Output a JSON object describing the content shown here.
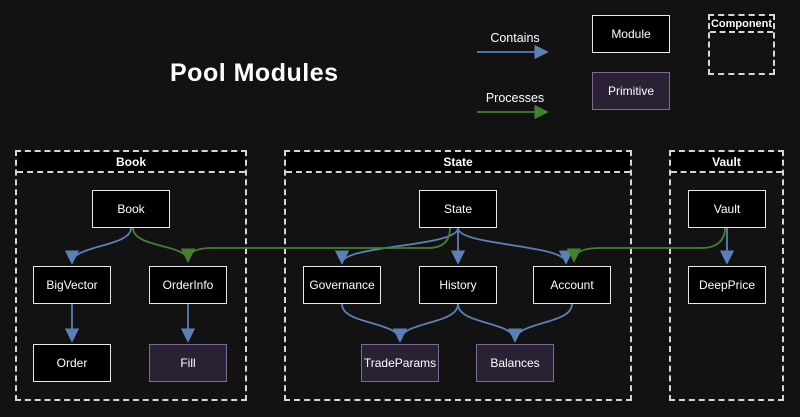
{
  "title": "Pool Modules",
  "legend": {
    "contains_label": "Contains",
    "processes_label": "Processes",
    "module_label": "Module",
    "primitive_label": "Primitive",
    "component_label": "Component"
  },
  "containers": [
    {
      "id": "book",
      "label": "Book"
    },
    {
      "id": "state",
      "label": "State"
    },
    {
      "id": "vault",
      "label": "Vault"
    }
  ],
  "nodes": {
    "book": {
      "label": "Book",
      "type": "module",
      "container": "Book"
    },
    "bigvector": {
      "label": "BigVector",
      "type": "module",
      "container": "Book"
    },
    "orderinfo": {
      "label": "OrderInfo",
      "type": "module",
      "container": "Book"
    },
    "order": {
      "label": "Order",
      "type": "module",
      "container": "Book"
    },
    "fill": {
      "label": "Fill",
      "type": "primitive",
      "container": "Book"
    },
    "state": {
      "label": "State",
      "type": "module",
      "container": "State"
    },
    "governance": {
      "label": "Governance",
      "type": "module",
      "container": "State"
    },
    "history": {
      "label": "History",
      "type": "module",
      "container": "State"
    },
    "account": {
      "label": "Account",
      "type": "module",
      "container": "State"
    },
    "tradeparams": {
      "label": "TradeParams",
      "type": "primitive",
      "container": "State"
    },
    "balances": {
      "label": "Balances",
      "type": "primitive",
      "container": "State"
    },
    "vault": {
      "label": "Vault",
      "type": "module",
      "container": "Vault"
    },
    "deepprice": {
      "label": "DeepPrice",
      "type": "module",
      "container": "Vault"
    }
  },
  "edges": [
    {
      "from": "Book",
      "to": "BigVector",
      "type": "contains"
    },
    {
      "from": "BigVector",
      "to": "Order",
      "type": "contains"
    },
    {
      "from": "OrderInfo",
      "to": "Fill",
      "type": "contains"
    },
    {
      "from": "State",
      "to": "Governance",
      "type": "contains"
    },
    {
      "from": "State",
      "to": "History",
      "type": "contains"
    },
    {
      "from": "State",
      "to": "Account",
      "type": "contains"
    },
    {
      "from": "Governance",
      "to": "TradeParams",
      "type": "contains"
    },
    {
      "from": "History",
      "to": "TradeParams",
      "type": "contains"
    },
    {
      "from": "History",
      "to": "Balances",
      "type": "contains"
    },
    {
      "from": "Account",
      "to": "Balances",
      "type": "contains"
    },
    {
      "from": "Vault",
      "to": "DeepPrice",
      "type": "contains"
    },
    {
      "from": "Book",
      "to": "OrderInfo",
      "type": "processes"
    },
    {
      "from": "State",
      "to": "OrderInfo",
      "type": "processes"
    },
    {
      "from": "Vault",
      "to": "Account",
      "type": "processes"
    }
  ],
  "colors": {
    "background": "#121212",
    "node_fill": "#000000",
    "node_border": "#e8e8e8",
    "primitive_fill": "#2a2135",
    "primitive_border": "#7c6b91",
    "contains_arrow": "#5a80b5",
    "processes_arrow": "#44812e",
    "container_border": "#d6d6d6",
    "text": "#ffffff"
  }
}
